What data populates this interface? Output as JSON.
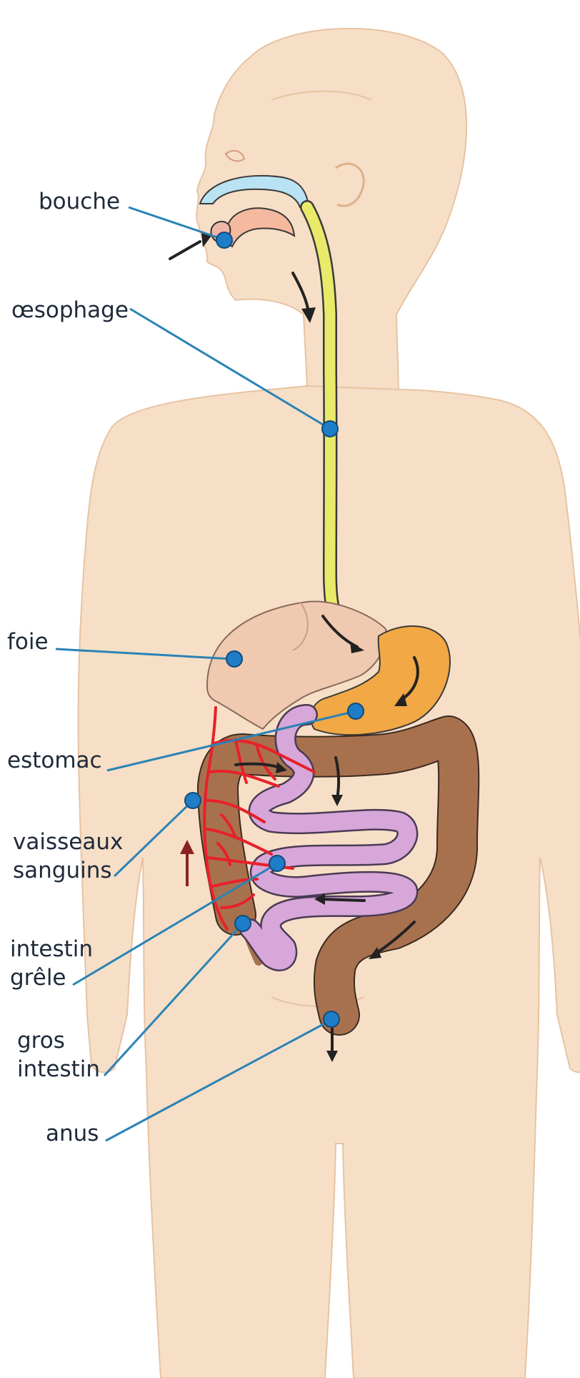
{
  "colors": {
    "page_background": "#ffffff",
    "body_skin": "#f6dfc6",
    "outline_line": "#e7c3a2",
    "leader_line": "#2a83b6",
    "marker_dot": "#1f7cc7",
    "mouth_palate": "#b9e2f2",
    "esophagus": "#eaea6a",
    "liver": "#efc9b0",
    "stomach": "#f1a845",
    "small_intestine": "#d6a7d8",
    "large_intestine": "#a8714e",
    "blood_vessels": "#e8202a",
    "arrows": "#222222"
  },
  "labels": {
    "bouche": "bouche",
    "oesophage": "œsophage",
    "foie": "foie",
    "estomac": "estomac",
    "vaisseaux_line1": "vaisseaux",
    "vaisseaux_line2": "sanguins",
    "intestin_grele_line1": "intestin",
    "intestin_grele_line2": "grêle",
    "gros_intestin_line1": "gros",
    "gros_intestin_line2": "intestin",
    "anus": "anus"
  }
}
